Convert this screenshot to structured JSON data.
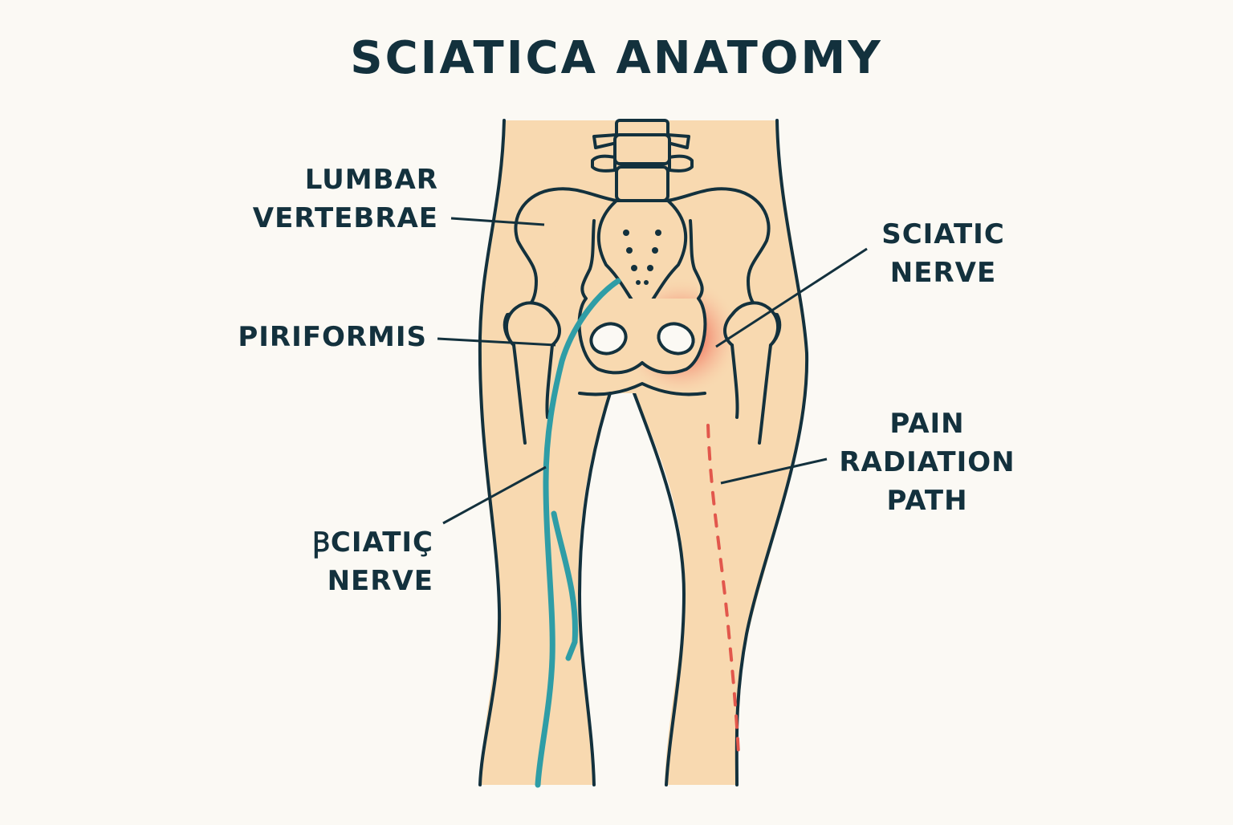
{
  "title": "SCIATICA ANATOMY",
  "labels": {
    "lumbar_vertebrae": [
      "LUMBAR",
      "VERTEBRAE"
    ],
    "piriformis": "PIRIFORMIS",
    "sciatic_nerve_left": [
      "ꞴCIATIÇ",
      "NERVE"
    ],
    "sciatic_nerve_right": [
      "SCIATIC",
      "NERVE"
    ],
    "pain_radiation_path": [
      "PAIN",
      "RADIATION",
      "PATH"
    ]
  },
  "colors": {
    "background": "#fbf9f4",
    "skin": "#f8d9b0",
    "outline": "#13313d",
    "nerve": "#2f9da6",
    "pain": "#e8453c",
    "pain_dash": "#e2574c",
    "text": "#13313d"
  }
}
